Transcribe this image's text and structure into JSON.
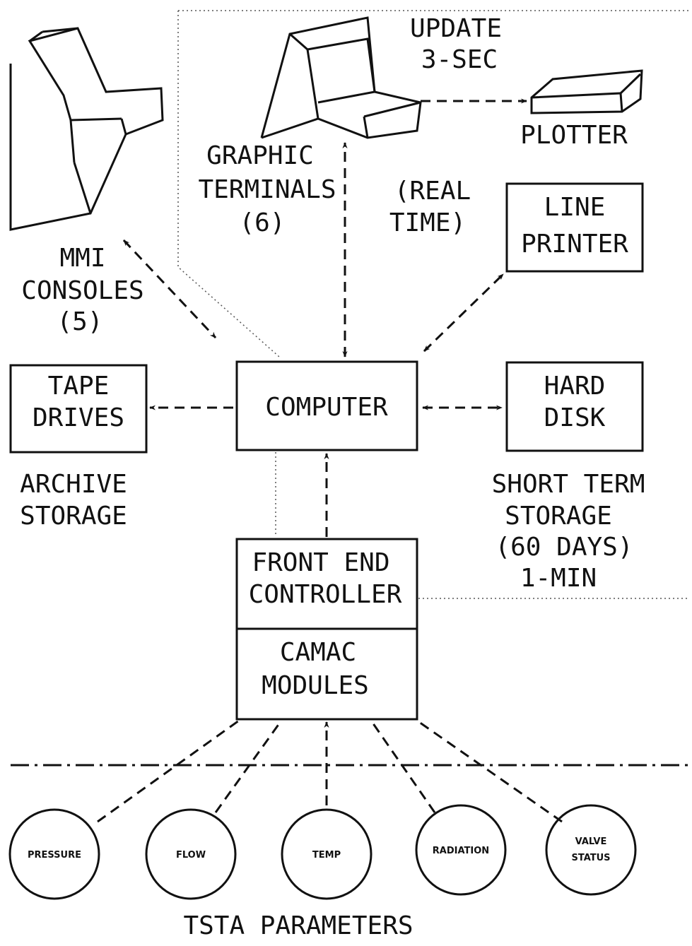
{
  "labels": {
    "update_l1": "UPDATE",
    "update_l2": "3-SEC",
    "plotter": "PLOTTER",
    "graphic_l1": "GRAPHIC",
    "graphic_l2": "TERMINALS",
    "graphic_l3": "(6)",
    "realtime_l1": "(REAL",
    "realtime_l2": "TIME)",
    "lineprinter_l1": "LINE",
    "lineprinter_l2": "PRINTER",
    "mmi_l1": "MMI",
    "mmi_l2": "CONSOLES",
    "mmi_l3": "(5)",
    "tape_l1": "TAPE",
    "tape_l2": "DRIVES",
    "computer": "COMPUTER",
    "harddisk_l1": "HARD",
    "harddisk_l2": "DISK",
    "archive_l1": "ARCHIVE",
    "archive_l2": "STORAGE",
    "shortterm_l1": "SHORT TERM",
    "shortterm_l2": "STORAGE",
    "shortterm_l3": "(60 DAYS)",
    "shortterm_l4": "1-MIN",
    "frontend_l1": "FRONT END",
    "frontend_l2": "CONTROLLER",
    "camac_l1": "CAMAC",
    "camac_l2": "MODULES",
    "footer": "TSTA PARAMETERS"
  },
  "sensors": {
    "pressure": "PRESSURE",
    "flow": "FLOW",
    "temp": "TEMP",
    "radiation": "RADIATION",
    "valve_l1": "VALVE",
    "valve_l2": "STATUS"
  }
}
